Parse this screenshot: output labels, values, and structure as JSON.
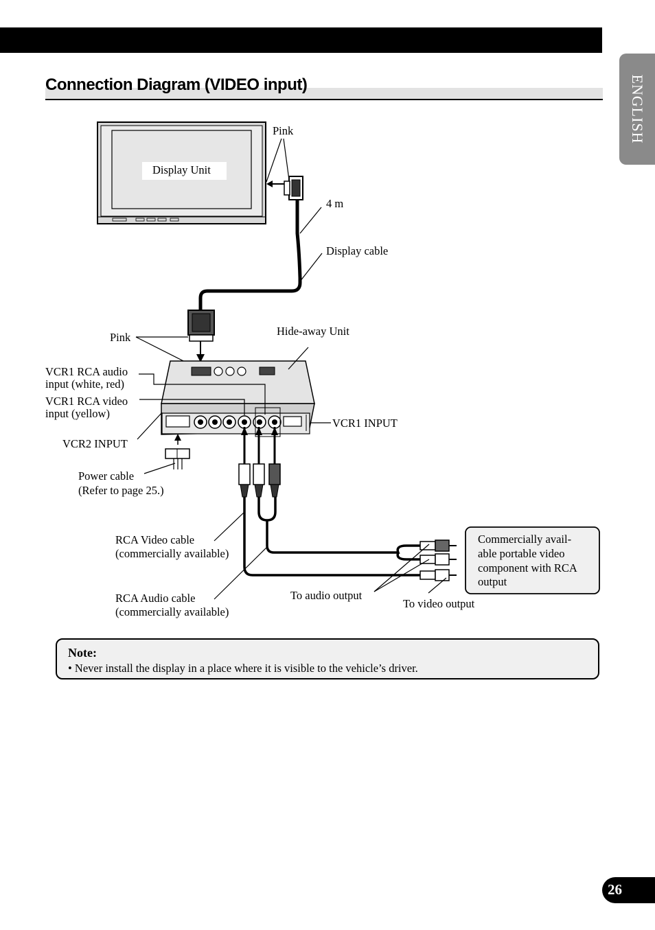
{
  "header": {
    "title": "Connection Diagram (VIDEO input)",
    "side_tab": "ENGLISH"
  },
  "diagram": {
    "display_unit": "Display Unit",
    "pink_top": "Pink",
    "length": "4 m",
    "display_cable": "Display cable",
    "pink_bottom": "Pink",
    "hideaway_unit": "Hide-away Unit",
    "vcr1_audio_1": "VCR1 RCA audio",
    "vcr1_audio_2": "input (white, red)",
    "vcr1_video_1": "VCR1 RCA video",
    "vcr1_video_2": "input (yellow)",
    "vcr1_input": "VCR1 INPUT",
    "vcr2_input": "VCR2 INPUT",
    "power_cable_1": "Power cable",
    "power_cable_2": "(Refer to page 25.)",
    "rca_video_1": "RCA Video cable",
    "rca_video_2": "(commercially available)",
    "rca_audio_1": "RCA Audio cable",
    "rca_audio_2": "(commercially available)",
    "to_audio": "To audio output",
    "to_video": "To video output",
    "portable_1": "Commercially avail-",
    "portable_2": "able portable video",
    "portable_3": "component with RCA",
    "portable_4": "output"
  },
  "note": {
    "title": "Note:",
    "text": "•  Never install the display in a place where it is visible to the vehicle’s driver."
  },
  "page_number": "26",
  "colors": {
    "bar": "#000000",
    "tab": "#8a8a8a",
    "title_band": "#e3e3e3",
    "note_bg": "#f0f0f0"
  }
}
